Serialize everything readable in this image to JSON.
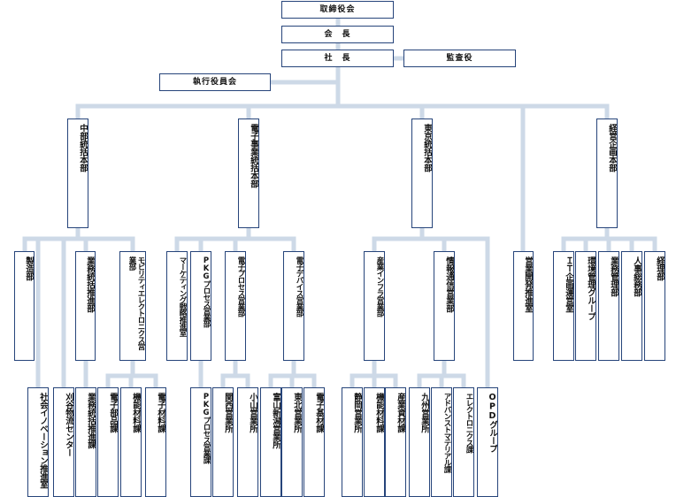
{
  "colors": {
    "line": "#cdd9e7",
    "border": "#26447a",
    "text": "#111111"
  },
  "top": {
    "board": "取締役会",
    "chairman": "会　長",
    "president": "社　長",
    "audit": "監査役",
    "executive": "執行役員会"
  },
  "divisions": {
    "chubu": "中部統括本部",
    "electronics": "電子事業統括本部",
    "tokyo": "東京統括本部",
    "sales_dev": "営業開発推進室",
    "planning": "経営企画本部"
  },
  "chubu_units": {
    "manufacturing": "製造部",
    "business_promo": "業務統括推進部",
    "mobility": "モビリティエレクトロニクス営業部",
    "social_innovation": "社会イノベーション推進室",
    "kariya_logistics": "刈谷物流センター",
    "business_promo_section": "業務統括推進課",
    "parts_section": "電子部品課",
    "functional_section": "機能材料課",
    "materials_section": "電子材料課"
  },
  "electronics_units": {
    "marketing": "マーケティング戦略推進室",
    "pkg_dept": "PKGプロセス営業部",
    "process_dept": "電子プロセス営業部",
    "device_dept": "電子デバイス営業部",
    "pkg_section": "PKGプロセス営業課",
    "kansai": "関西営業所",
    "oyama": "小山営業所",
    "toyama_niigata": "富山新潟営業所",
    "tohoku": "東北営業所",
    "substrate": "電子基材課"
  },
  "tokyo_units": {
    "infra_dept": "産業インフラ営業部",
    "ict_dept": "情報通信営業部",
    "shizuoka": "静岡営業所",
    "functional": "機能材料課",
    "industrial": "産業資材課",
    "kyushu": "九州営業所",
    "advanced": "アドバンストマテリアル課",
    "electronics_sec": "エレクトロニクス課",
    "opd": "OPDグループ"
  },
  "planning_units": {
    "it": "ＩＴ企画運営室",
    "environment": "環境管理グループ",
    "business_mgmt": "業務管理部",
    "hr": "人事総務部",
    "accounting": "経理部"
  }
}
